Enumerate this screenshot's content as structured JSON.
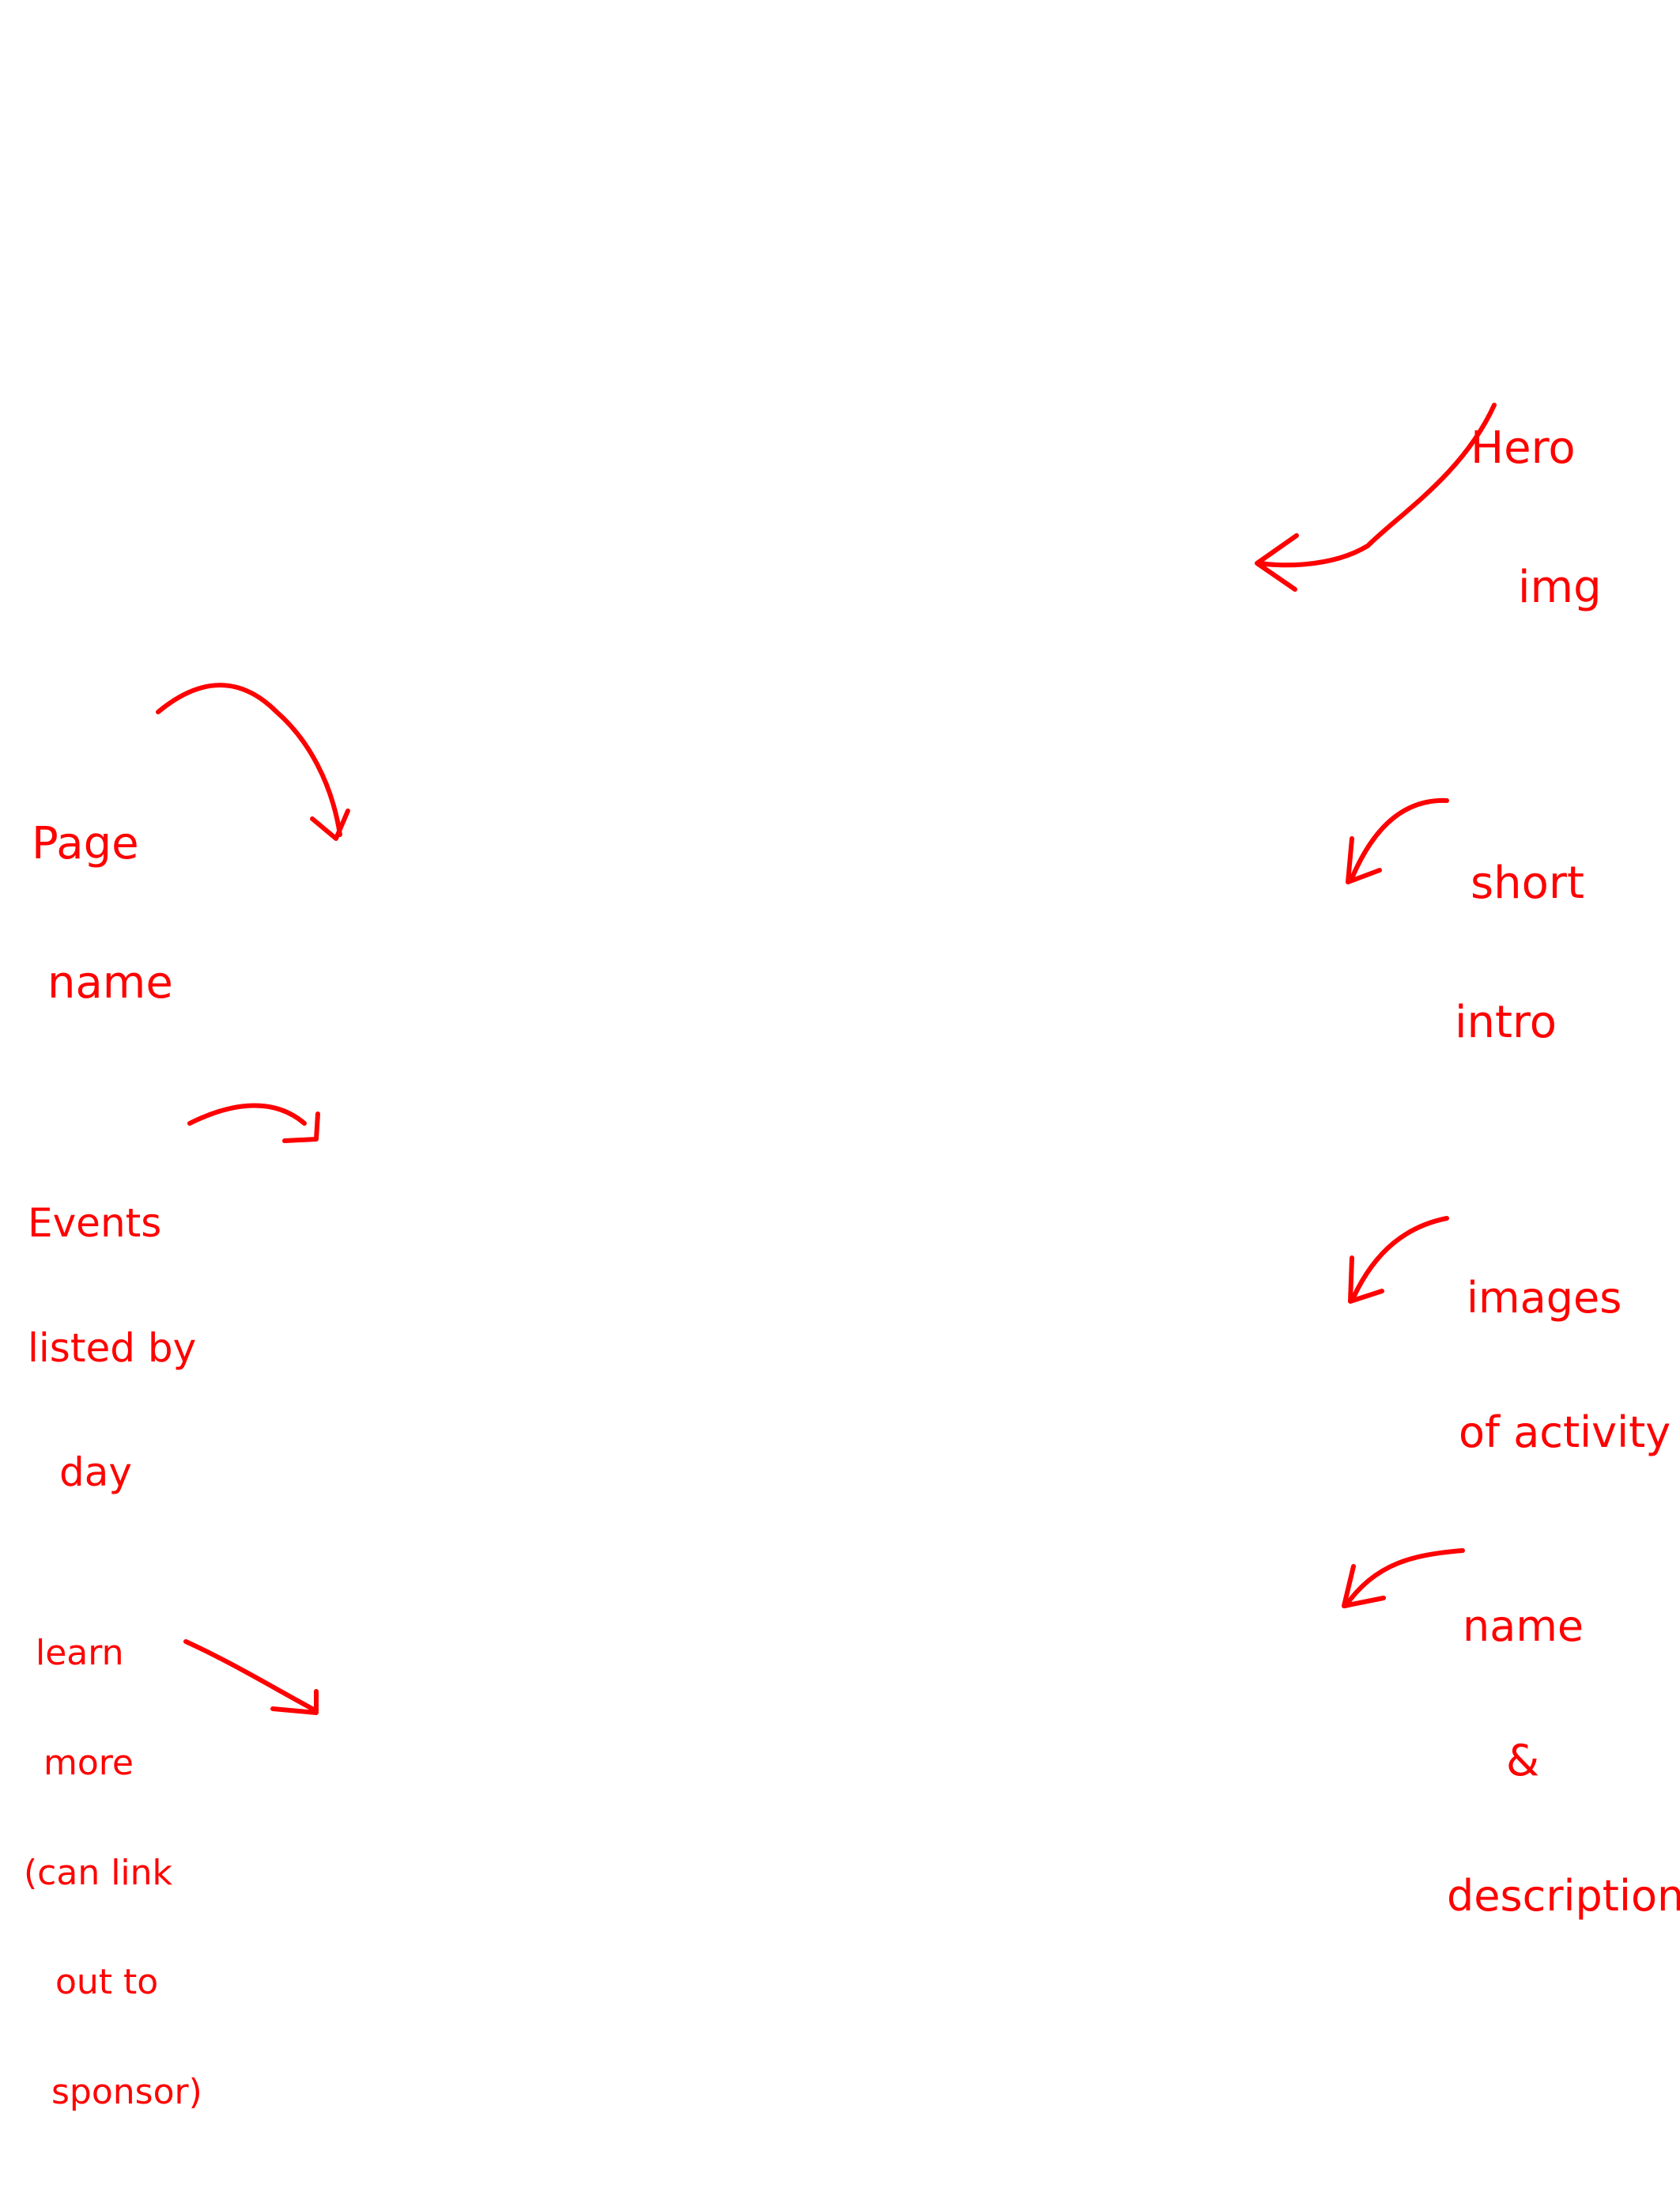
{
  "annotation_color": "#ff0000",
  "notes": {
    "hero_img": {
      "lines": [
        "Hero",
        "img"
      ]
    },
    "page_name": {
      "lines": [
        "Page",
        "name"
      ]
    },
    "short_intro": {
      "lines": [
        "short",
        "intro"
      ]
    },
    "events_listed": {
      "lines": [
        "Events",
        "listed by",
        "day"
      ]
    },
    "images_of_activity": {
      "lines": [
        "images",
        "of activity"
      ]
    },
    "learn_more": {
      "lines": [
        "learn",
        "more",
        "(can link",
        "out to",
        "sponsor)"
      ]
    },
    "name_description": {
      "lines": [
        "name",
        "&",
        "description"
      ]
    }
  }
}
